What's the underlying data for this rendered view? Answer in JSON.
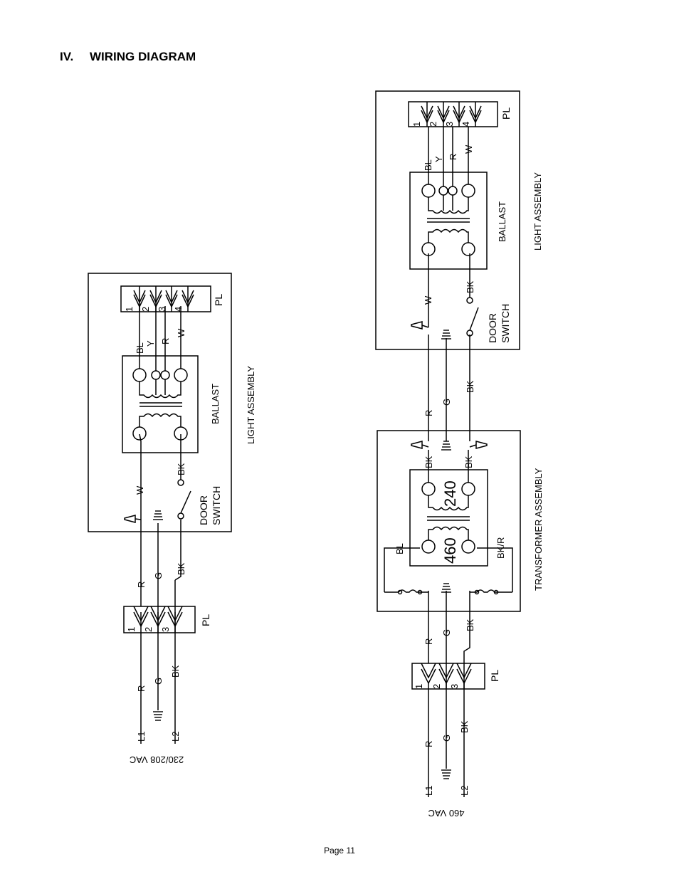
{
  "page": {
    "section_number": "IV.",
    "section_title": "WIRING DIAGRAM",
    "footer": "Page 11"
  },
  "left_diagram": {
    "supply": "230/208 VAC",
    "line1": "L1",
    "line2": "L2",
    "plug_label": "PL",
    "plug_pins": [
      "1",
      "2",
      "3"
    ],
    "supply_wires": [
      "R",
      "G",
      "BK"
    ],
    "wires_to_light": [
      "R",
      "G",
      "BK"
    ],
    "light_assembly": {
      "title": "LIGHT ASSEMBLY",
      "ballast_label": "BALLAST",
      "door_switch": [
        "DOOR",
        "SWITCH"
      ],
      "lamp_wires": [
        "W",
        "BK"
      ],
      "socket_label": "PL",
      "socket_pins": [
        "1",
        "2",
        "3",
        "4"
      ],
      "socket_wires": [
        "BL",
        "Y",
        "R",
        "W"
      ]
    }
  },
  "right_diagram": {
    "supply": "460 VAC",
    "line1": "L1",
    "line2": "L2",
    "plug_label": "PL",
    "plug_pins": [
      "1",
      "2",
      "3"
    ],
    "supply_wires": [
      "R",
      "G",
      "BK"
    ],
    "wires_to_transformer": [
      "R",
      "G",
      "BK"
    ],
    "transformer_assembly": {
      "title": "TRANSFORMER ASSEMBLY",
      "primary_voltage": "460",
      "secondary_voltage": "240",
      "primary_wires": [
        "BL",
        "BK/R"
      ],
      "secondary_wires": [
        "BK",
        "BK"
      ]
    },
    "wires_to_light": [
      "R",
      "G",
      "BK"
    ],
    "light_assembly": {
      "title": "LIGHT ASSEMBLY",
      "ballast_label": "BALLAST",
      "door_switch": [
        "DOOR",
        "SWITCH"
      ],
      "lamp_wires": [
        "W",
        "BK"
      ],
      "socket_label": "PL",
      "socket_pins": [
        "1",
        "2",
        "3",
        "4"
      ],
      "socket_wires": [
        "BL",
        "Y",
        "R",
        "W"
      ]
    }
  }
}
